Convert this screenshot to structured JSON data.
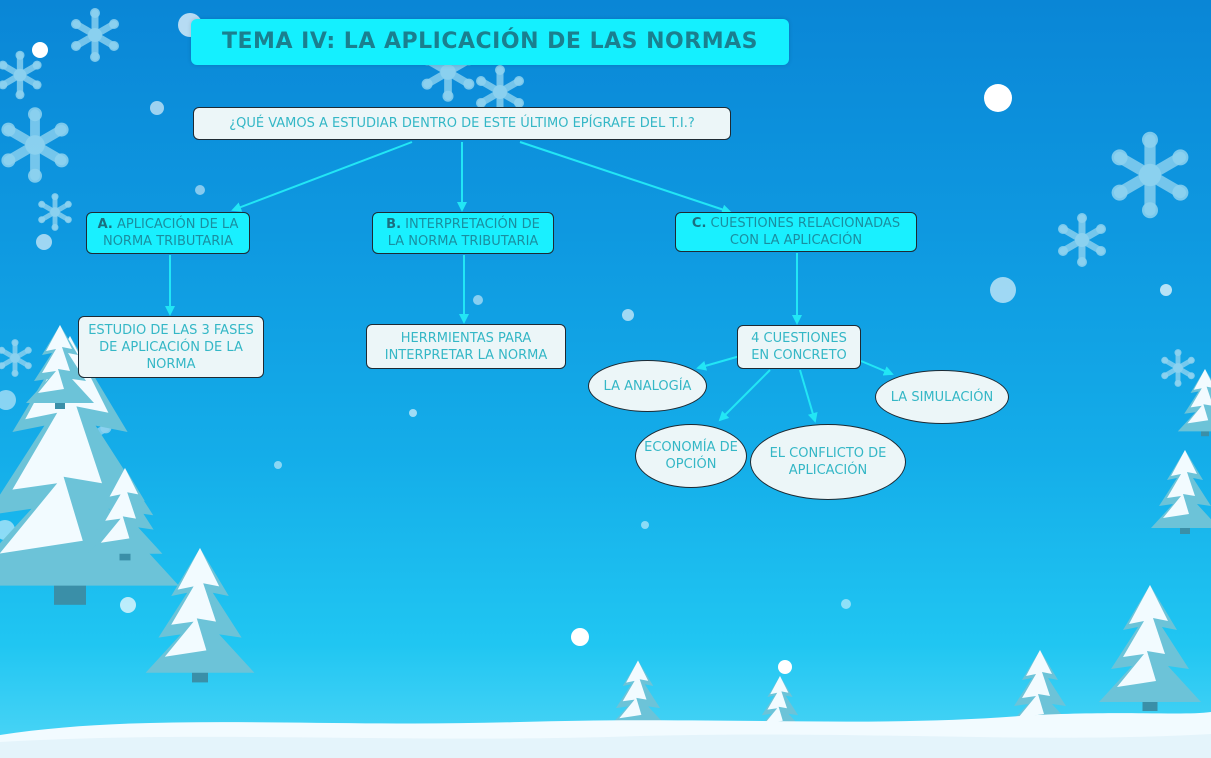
{
  "title": "TEMA IV: LA APLICACIÓN DE LAS NORMAS",
  "question": "¿QUÉ VAMOS A ESTUDIAR DENTRO DE ESTE ÚLTIMO EPÍGRAFE DEL T.I.?",
  "branches": {
    "a": {
      "letter": "A.",
      "text": " APLICACIÓN DE LA NORMA TRIBUTARIA"
    },
    "b": {
      "letter": "B.",
      "text": " INTERPRETACIÓN DE LA NORMA TRIBUTARIA"
    },
    "c": {
      "letter": "C.",
      "text": " CUESTIONES RELACIONADAS CON LA APLICACIÓN"
    }
  },
  "details": {
    "a": "ESTUDIO DE LAS 3 FASES DE APLICACIÓN DE LA NORMA",
    "b": "HERRMIENTAS PARA INTERPRETAR LA  NORMA",
    "c": "4 CUESTIONES EN CONCRETO"
  },
  "issues": {
    "analogia": "LA ANALOGÍA",
    "economia": "ECONOMÍA DE OPCIÓN",
    "conflicto": "EL CONFLICTO DE APLICACIÓN",
    "simulacion": "LA SIMULACIÓN"
  },
  "colors": {
    "accent": "#19f0ff",
    "node_bg": "#ecf6f8",
    "text": "#34b7c6",
    "arrow": "#22e6f5"
  }
}
